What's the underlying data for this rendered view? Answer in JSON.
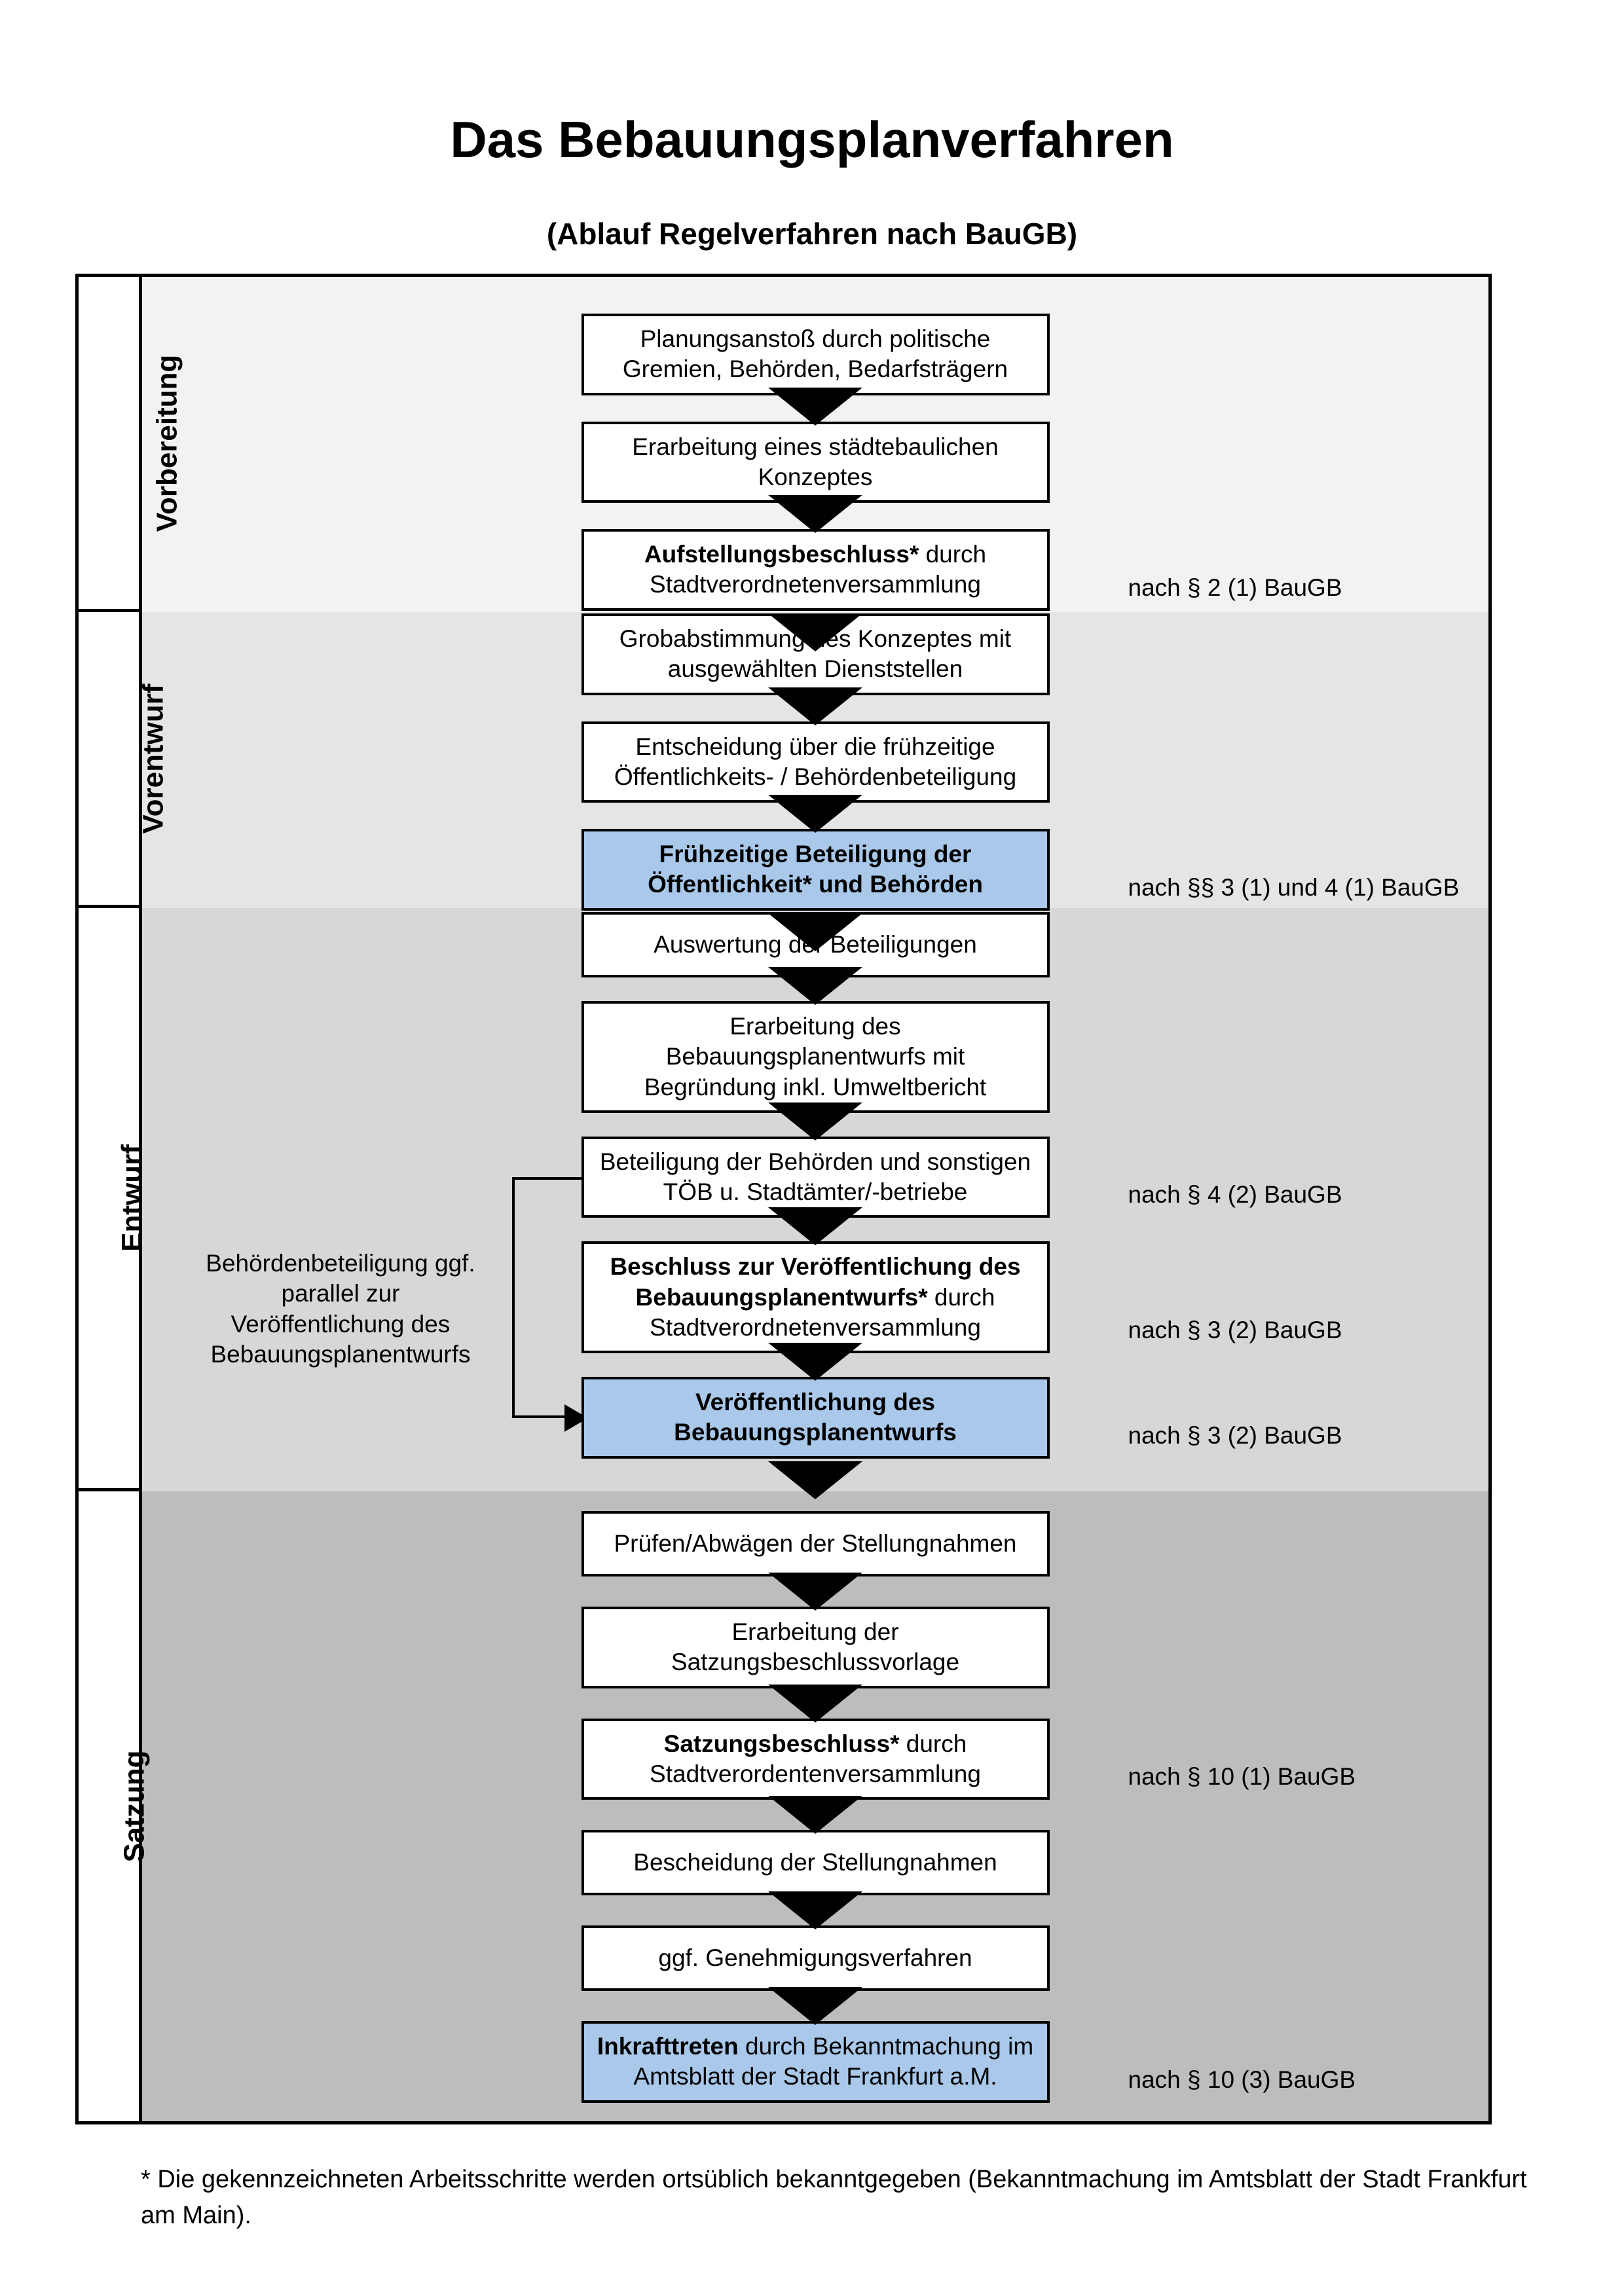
{
  "title": "Das Bebauungsplanverfahren",
  "subtitle": "(Ablauf Regelverfahren nach BauGB)",
  "footnote": "* Die gekennzeichneten Arbeitsschritte werden ortsüblich bekanntgegeben (Bekanntmachung im Amtsblatt  der Stadt Frankfurt am Main).",
  "side_note": "Behördenbeteiligung ggf. parallel zur Veröffentlichung des Bebauungsplanentwurfs",
  "colors": {
    "highlight_box": "#a9c8ea",
    "phase1_bg": "#f2f2f2",
    "phase2_bg": "#e5e5e5",
    "phase3_bg": "#d7d7d7",
    "phase4_bg": "#bdbdbd",
    "box_border": "#000000"
  },
  "phases": [
    {
      "label": "Vorbereitung",
      "steps": [
        {
          "text": "Planungsanstoß durch politische Gremien, Behörden, Bedarfsträgern"
        },
        {
          "text": "Erarbeitung eines städtebaulichen Konzeptes"
        },
        {
          "bold": "Aufstellungsbeschluss*",
          "text": " durch Stadtverordnetenversammlung",
          "note": "nach § 2 (1) BauGB"
        }
      ]
    },
    {
      "label": "Vorentwurf",
      "steps": [
        {
          "text": "Grobabstimmung des Konzeptes mit ausgewählten Dienststellen"
        },
        {
          "text": "Entscheidung über die frühzeitige Öffentlichkeits- / Behördenbeteiligung"
        },
        {
          "bold": "Frühzeitige Beteiligung der Öffentlichkeit* und Behörden",
          "note": "nach §§ 3 (1) und 4 (1) BauGB"
        }
      ]
    },
    {
      "label": "Entwurf",
      "steps": [
        {
          "text": "Auswertung der Beteiligungen"
        },
        {
          "text": "Erarbeitung des Bebauungsplanentwurfs mit Begründung inkl. Umweltbericht"
        },
        {
          "text": "Beteiligung der Behörden und sonstigen TÖB u. Stadtämter/-betriebe",
          "note": "nach § 4 (2) BauGB"
        },
        {
          "bold": "Beschluss zur Veröffentlichung des Bebauungsplanentwurfs*",
          "text": " durch Stadtverordnetenversammlung",
          "note": "nach § 3 (2) BauGB"
        },
        {
          "bold": "Veröffentlichung des Bebauungsplanentwurfs",
          "note": "nach § 3 (2) BauGB"
        }
      ]
    },
    {
      "label": "Satzung",
      "steps": [
        {
          "text": "Prüfen/Abwägen der Stellungnahmen"
        },
        {
          "text": "Erarbeitung der Satzungsbeschlussvorlage"
        },
        {
          "bold": "Satzungsbeschluss*",
          "text": " durch Stadtverordentenversammlung",
          "note": "nach § 10 (1) BauGB"
        },
        {
          "text": "Bescheidung der Stellungnahmen"
        },
        {
          "text": "ggf. Genehmigungsverfahren"
        },
        {
          "bold": "Inkrafttreten",
          "text": " durch Bekanntmachung im Amtsblatt der Stadt Frankfurt a.M.",
          "note": "nach § 10 (3) BauGB"
        }
      ]
    }
  ]
}
